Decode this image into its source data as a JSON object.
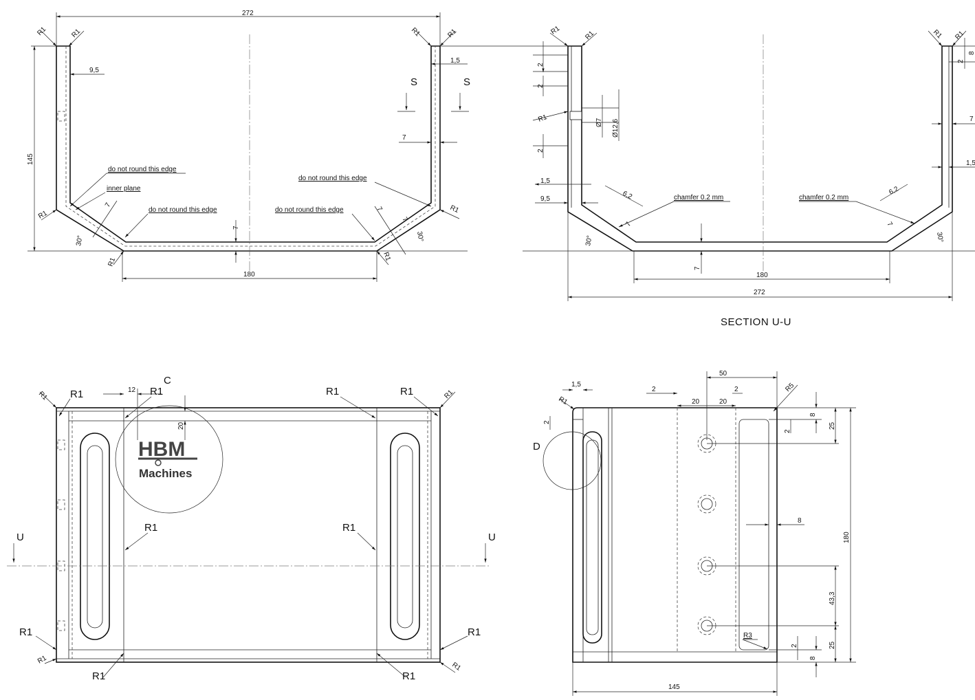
{
  "front_view": {
    "width_dim": "272",
    "bottom_dim": "180",
    "height_dim": "145",
    "wall_dim": "9,5",
    "thickness_dim": "1,5",
    "cut_label_left": "S",
    "cut_label_right": "S",
    "offset_dim": "7",
    "bottom_thickness_dim": "7",
    "left_diag_dim": "7",
    "right_diag_dim": "7",
    "right_diag_dim2": "7",
    "angle_left": "30°",
    "angle_right": "30°",
    "radius": "R1",
    "notes": [
      "do not round this edge",
      "inner plane",
      "do not round this edge",
      "do not round this edge",
      "do not round this edge"
    ]
  },
  "section_view": {
    "title": "SECTION U-U",
    "radius": "R1",
    "pitch_dim": "2",
    "right_top_dim": "8",
    "right_pitch_dim": "2",
    "hole_dia": "Ø7",
    "counterbore_dia": "Ø12,6",
    "thickness_dim": "1,5",
    "wall_dim": "9,5",
    "chamfer_width": "6,2",
    "chamfer_depth": "7",
    "bottom_thickness_dim": "7",
    "chamfer_note": "chamfer 0.2 mm",
    "angle": "30°",
    "bottom_dim": "180",
    "width_dim": "272",
    "right_wall_dim": "7",
    "right_thickness_dim": "1,5"
  },
  "plan_view": {
    "detail_label": "C",
    "offset_dim": "12",
    "logo_offset_dim": "20",
    "radius": "R1",
    "cut_label_left": "U",
    "cut_label_right": "U",
    "logo": {
      "line1": "HBM",
      "line2": "Machines"
    }
  },
  "side_view": {
    "thickness_dim": "1,5",
    "radius": "R1",
    "edge_dim": "2",
    "flange_dim": "2",
    "width_dim": "50",
    "hole_offset1": "20",
    "hole_offset2": "20",
    "gap_dim": "2",
    "corner_radius": "R5",
    "top_dim": "8",
    "top_hole_dim": "25",
    "top_inner_dim": "2",
    "detail_label": "D",
    "rim_dim": "8",
    "height_dim": "180",
    "hole_pitch": "43,3",
    "inner_radius": "R3",
    "bottom_inner_dim": "2",
    "bottom_hole_dim": "25",
    "bottom_dim": "8",
    "length_dim": "145"
  },
  "colors": {
    "line": "#111111",
    "background": "#ffffff"
  }
}
